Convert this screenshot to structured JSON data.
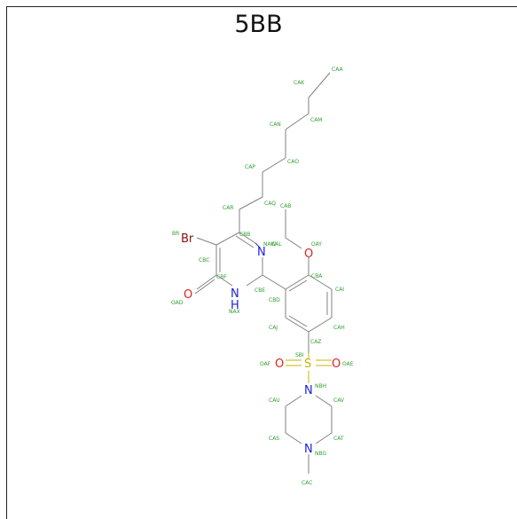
{
  "title": "5BB",
  "colors": {
    "carbon_bond": "#808080",
    "label": "#2e9e2e",
    "nitrogen": "#2020e0",
    "oxygen": "#e02020",
    "bromine": "#8b1010",
    "sulfur": "#c8b400"
  },
  "atoms": {
    "br": "Br",
    "n_ring": "N",
    "nh": "N",
    "h": "H",
    "o_carbonyl": "O",
    "o_ether": "O",
    "s": "S",
    "o_s1": "O",
    "o_s2": "O",
    "n_pip1": "N",
    "n_pip2": "N"
  },
  "labels": {
    "CAA": "CAA",
    "CAK": "CAK",
    "CAM": "CAM",
    "CAN": "CAN",
    "CAO": "CAO",
    "CAP": "CAP",
    "CAQ": "CAQ",
    "CAB": "CAB",
    "CAR": "CAR",
    "CBB": "CBB",
    "BR": "BR",
    "NAW": "NAW",
    "CAL": "CAL",
    "OAY": "OAY",
    "CBC": "CBC",
    "CBF": "CBF",
    "CBE": "CBE",
    "CBA": "CBA",
    "CAI": "CAI",
    "CBD": "CBD",
    "OAD": "OAD",
    "NAX": "NAX",
    "CAJ": "CAJ",
    "CAH": "CAH",
    "CAZ": "CAZ",
    "SBI": "SBI",
    "OAF": "OAF",
    "OAE": "OAE",
    "NBH": "NBH",
    "CAU": "CAU",
    "CAV": "CAV",
    "CAS": "CAS",
    "CAT": "CAT",
    "NBG": "NBG",
    "CAC": "CAC"
  }
}
